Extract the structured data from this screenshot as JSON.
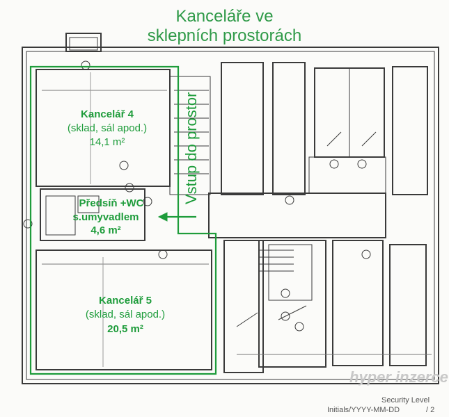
{
  "heading": {
    "line1": "Kanceláře ve",
    "line2": "sklepních prostorách"
  },
  "rooms": {
    "office4": {
      "name": "Kancelář 4",
      "use": "(sklad, sál apod.)",
      "area": "14,1 m²"
    },
    "hall": {
      "name": "Předsíň +WC",
      "detail": "s.umyvadlem",
      "area": "4,6 m²"
    },
    "office5": {
      "name": "Kancelář 5",
      "use": "(sklad, sál apod.)",
      "area": "20,5 m²"
    }
  },
  "entrance": {
    "label": "Vstup do prostor"
  },
  "footer": {
    "security": "Security Level",
    "initials": "Initials/YYYY-MM-DD",
    "page": "/ 2"
  },
  "watermark": {
    "text": "hyper inzerce"
  },
  "colors": {
    "highlight": "#1e9c3b",
    "plan_lines": "#3a3a3a"
  }
}
